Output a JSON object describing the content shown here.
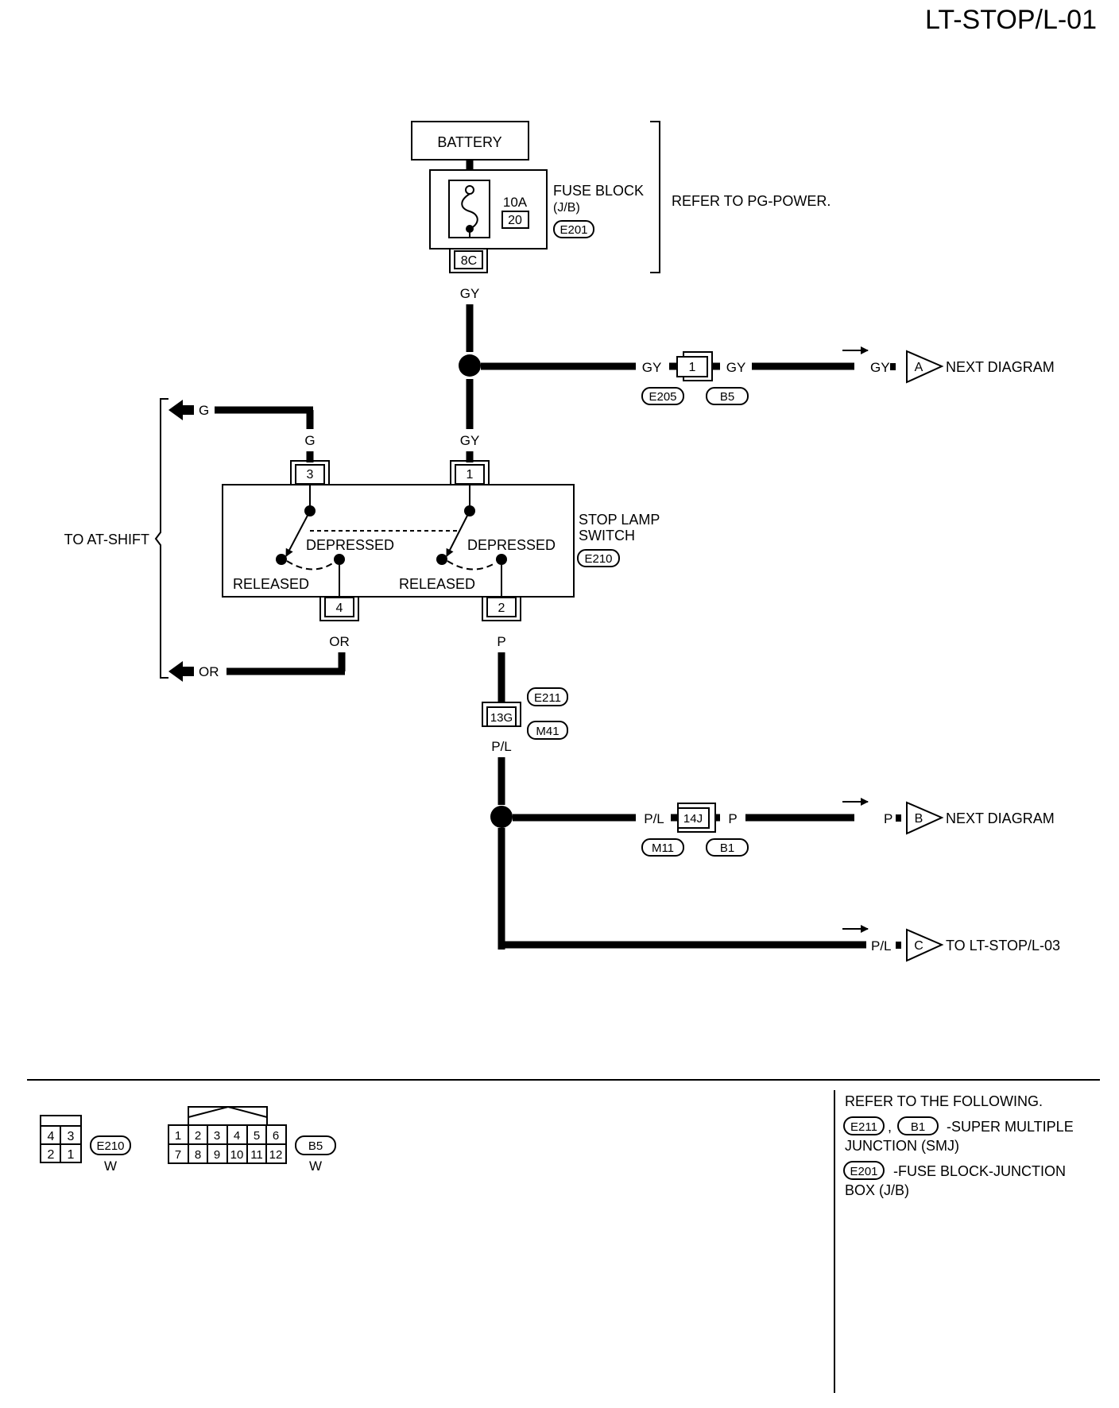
{
  "page_title": "LT-STOP/L-01",
  "power": {
    "battery_label": "BATTERY",
    "fuse_block_label_1": "FUSE BLOCK",
    "fuse_block_label_2": "(J/B)",
    "fuse_block_connector": "E201",
    "fuse_rating": "10A",
    "fuse_number": "20",
    "fuse_output_terminal": "8C",
    "refer_text": "REFER TO PG-POWER."
  },
  "wires": {
    "gy": "GY",
    "g": "G",
    "or": "OR",
    "p": "P",
    "pl": "P/L"
  },
  "junction_a": {
    "terminal": "1",
    "connector_left": "E205",
    "connector_right": "B5",
    "ref_letter": "A",
    "destination": "NEXT DIAGRAM"
  },
  "junction_b": {
    "terminal": "14J",
    "connector_left": "M11",
    "connector_right": "B1",
    "ref_letter": "B",
    "destination": "NEXT DIAGRAM"
  },
  "route_c": {
    "ref_letter": "C",
    "destination": "TO LT-STOP/L-03"
  },
  "at_shift_label": "TO AT-SHIFT",
  "stop_lamp_switch": {
    "label_1": "STOP LAMP",
    "label_2": "SWITCH",
    "connector": "E210",
    "terminal_1": "1",
    "terminal_2": "2",
    "terminal_3": "3",
    "terminal_4": "4",
    "state_depressed": "DEPRESSED",
    "state_released": "RELEASED"
  },
  "smj": {
    "terminal": "13G",
    "connector_top": "E211",
    "connector_bottom": "M41"
  },
  "legend": {
    "e210": {
      "pins": [
        "4",
        "3",
        "2",
        "1"
      ],
      "id": "E210",
      "color": "W"
    },
    "b5": {
      "pins": [
        "1",
        "2",
        "3",
        "4",
        "5",
        "6",
        "7",
        "8",
        "9",
        "10",
        "11",
        "12"
      ],
      "id": "B5",
      "color": "W"
    }
  },
  "references": {
    "heading": "REFER TO THE FOLLOWING.",
    "smj_connector_1": "E211",
    "separator": ",",
    "smj_connector_2": "B1",
    "smj_text_1": "-SUPER MULTIPLE",
    "smj_text_2": "JUNCTION (SMJ)",
    "jb_connector": "E201",
    "jb_text_1": "-FUSE BLOCK-JUNCTION",
    "jb_text_2": "BOX (J/B)"
  }
}
